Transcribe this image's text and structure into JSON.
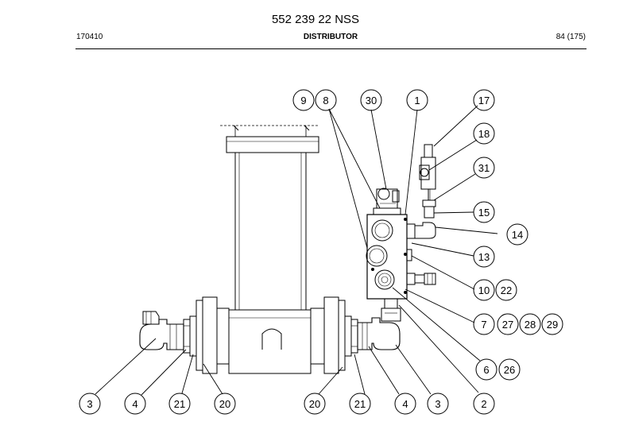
{
  "header": {
    "title": "552 239 22 NSS",
    "doc_number": "170410",
    "section": "DISTRIBUTOR",
    "page": "84 (175)"
  },
  "callouts": {
    "c9": "9",
    "c8": "8",
    "c30": "30",
    "c1": "1",
    "c17": "17",
    "c18": "18",
    "c31": "31",
    "c15": "15",
    "c14": "14",
    "c13": "13",
    "c10": "10",
    "c22": "22",
    "c7": "7",
    "c27": "27",
    "c28": "28",
    "c29": "29",
    "c6": "6",
    "c26": "26",
    "b3a": "3",
    "b4a": "4",
    "b21a": "21",
    "b20a": "20",
    "b20b": "20",
    "b21b": "21",
    "b4b": "4",
    "b3b": "3",
    "b2": "2"
  }
}
